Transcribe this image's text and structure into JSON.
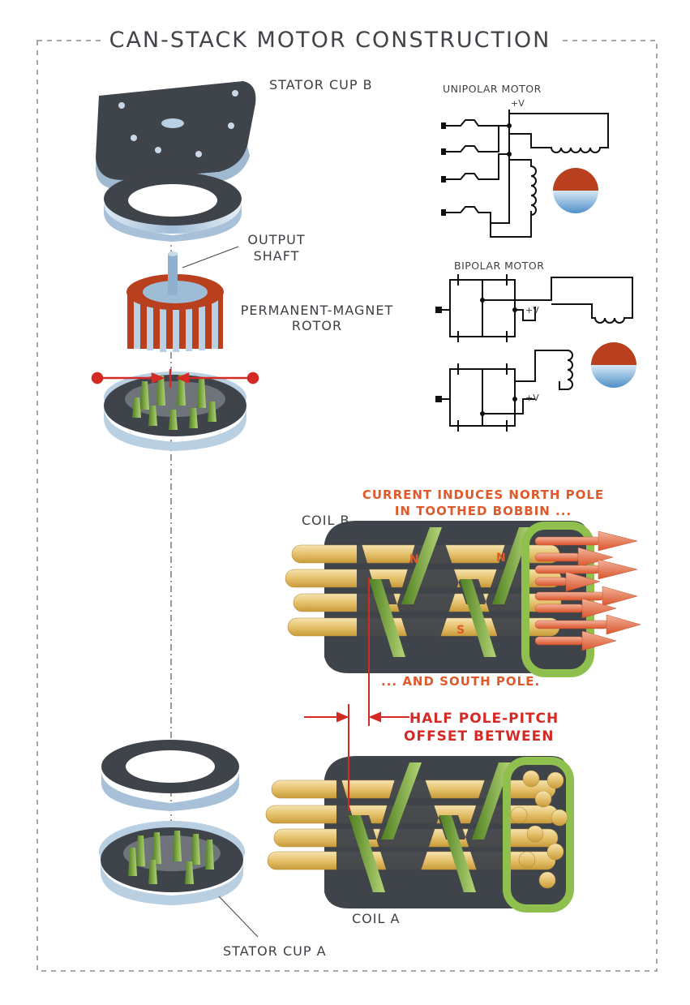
{
  "title": "CAN-STACK MOTOR CONSTRUCTION",
  "labels": {
    "stator_cup_b": "STATOR CUP B",
    "output_shaft_line1": "OUTPUT",
    "output_shaft_line2": "SHAFT",
    "rotor_line1": "PERMANENT-MAGNET",
    "rotor_line2": "ROTOR",
    "stator_cup_a": "STATOR CUP A",
    "coil_b": "COIL B",
    "coil_a": "COIL A",
    "current_line1": "CURRENT INDUCES NORTH POLE",
    "current_line2": "IN TOOTHED BOBBIN ...",
    "south_pole": "... AND SOUTH POLE.",
    "offset_line1": "HALF POLE-PITCH",
    "offset_line2": "OFFSET BETWEEN",
    "pole_n1": "N",
    "pole_n2": "N",
    "pole_s": "S"
  },
  "unipolar": {
    "title": "UNIPOLAR MOTOR",
    "supply": "+V"
  },
  "bipolar": {
    "title": "BIPOLAR MOTOR",
    "supply1": "+V",
    "supply2": "+V"
  },
  "colors": {
    "frame": "#8a8c90",
    "stator_dark": "#3f434a",
    "steel": "#b9cfe2",
    "rotor_red": "#b8401f",
    "tooth_green": "#7fae3c",
    "wire_gold": "#e6c87a",
    "current_orange": "#e0592a",
    "offset_red": "#d42a26"
  }
}
